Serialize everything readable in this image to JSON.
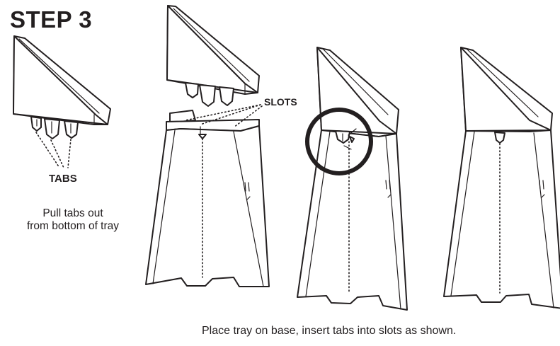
{
  "step_title": "STEP 3",
  "labels": {
    "tabs": "TABS",
    "slots": "SLOTS"
  },
  "captions": {
    "pull_line1": "Pull tabs out",
    "pull_line2": "from bottom of tray",
    "place": "Place tray on base, insert tabs into slots as shown."
  },
  "colors": {
    "ink": "#231f20",
    "background": "#ffffff"
  }
}
